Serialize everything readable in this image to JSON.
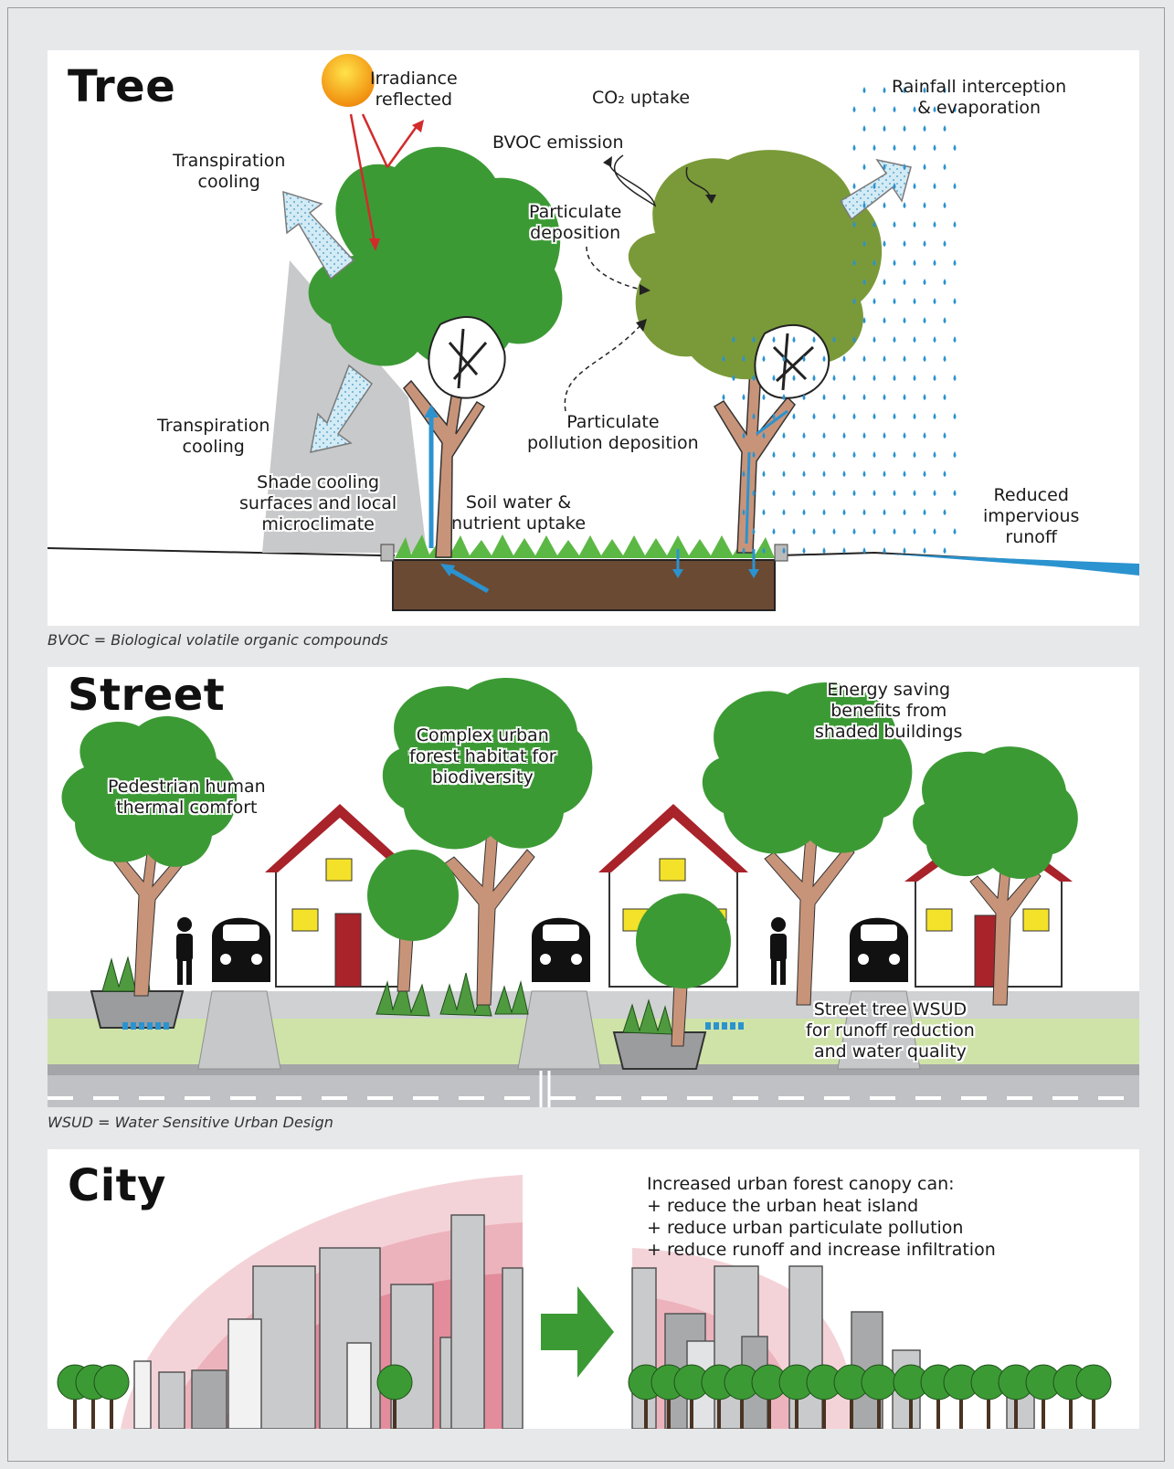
{
  "colors": {
    "tree_green": "#3c9a35",
    "tree_olive": "#7a9a39",
    "trunk": "#b8886a",
    "arrow_red": "#d22b2b",
    "water_blue": "#2b93cf",
    "heat_red": "#d9667a",
    "building_gray": "#c9cacc",
    "house_roof": "#a8232a"
  },
  "tree_panel": {
    "title": "Tree",
    "labels": {
      "irradiance": "Irradiance\nreflected",
      "co2_uptake": "CO₂ uptake",
      "rainfall": "Rainfall interception\n& evaporation",
      "bvoc": "BVOC emission",
      "transpiration_top": "Transpiration\ncooling",
      "particulate_dep": "Particulate\ndeposition",
      "transpiration_bottom": "Transpiration\ncooling",
      "pollution_dep": "Particulate\npollution deposition",
      "shade": "Shade cooling\nsurfaces and local\nmicroclimate",
      "soil": "Soil water &\nnutrient uptake",
      "runoff": "Reduced\nimpervious\nrunoff"
    },
    "caption": "BVOC = Biological volatile organic compounds"
  },
  "street_panel": {
    "title": "Street",
    "labels": {
      "pedestrian": "Pedestrian human\nthermal comfort",
      "habitat": "Complex urban\nforest habitat for\nbiodiversity",
      "energy": "Energy saving\nbenefits from\nshaded buildings",
      "wsud": "Street tree WSUD\nfor runoff reduction\nand water quality"
    },
    "caption": "WSUD = Water Sensitive Urban Design"
  },
  "city_panel": {
    "title": "City",
    "heading": "Increased urban forest canopy can:",
    "bullets": [
      "+ reduce the urban heat island",
      "+ reduce urban particulate pollution",
      "+ reduce runoff and increase infiltration"
    ]
  }
}
